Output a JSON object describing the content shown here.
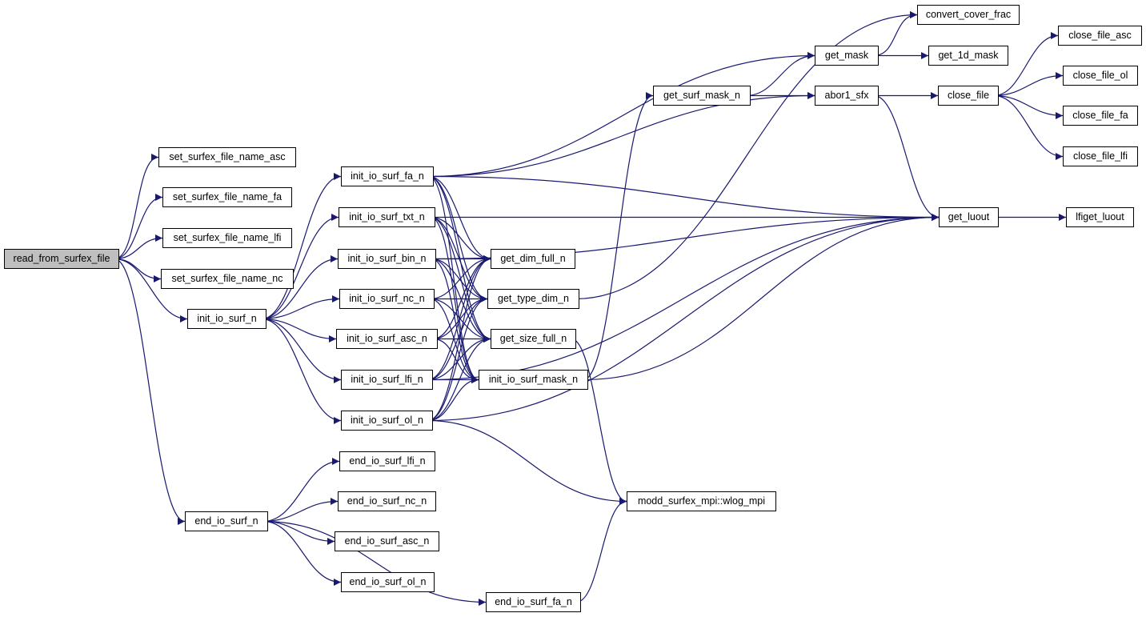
{
  "colors": {
    "edge": "#191970",
    "root_fill": "#bfbfbf",
    "node_fill": "#ffffff",
    "border": "#000000"
  },
  "root": "read_from_surfex_file",
  "nodes": [
    {
      "id": "read_from_surfex_file",
      "label": "read_from_surfex_file"
    },
    {
      "id": "set_asc",
      "label": "set_surfex_file_name_asc"
    },
    {
      "id": "set_fa",
      "label": "set_surfex_file_name_fa"
    },
    {
      "id": "set_lfi",
      "label": "set_surfex_file_name_lfi"
    },
    {
      "id": "set_nc",
      "label": "set_surfex_file_name_nc"
    },
    {
      "id": "init_io_surf_n",
      "label": "init_io_surf_n"
    },
    {
      "id": "end_io_surf_n",
      "label": "end_io_surf_n"
    },
    {
      "id": "init_fa",
      "label": "init_io_surf_fa_n"
    },
    {
      "id": "init_txt",
      "label": "init_io_surf_txt_n"
    },
    {
      "id": "init_bin",
      "label": "init_io_surf_bin_n"
    },
    {
      "id": "init_nc",
      "label": "init_io_surf_nc_n"
    },
    {
      "id": "init_asc",
      "label": "init_io_surf_asc_n"
    },
    {
      "id": "init_lfi",
      "label": "init_io_surf_lfi_n"
    },
    {
      "id": "init_ol",
      "label": "init_io_surf_ol_n"
    },
    {
      "id": "end_lfi",
      "label": "end_io_surf_lfi_n"
    },
    {
      "id": "end_nc",
      "label": "end_io_surf_nc_n"
    },
    {
      "id": "end_asc",
      "label": "end_io_surf_asc_n"
    },
    {
      "id": "end_ol",
      "label": "end_io_surf_ol_n"
    },
    {
      "id": "end_fa",
      "label": "end_io_surf_fa_n"
    },
    {
      "id": "get_dim_full_n",
      "label": "get_dim_full_n"
    },
    {
      "id": "get_type_dim_n",
      "label": "get_type_dim_n"
    },
    {
      "id": "get_size_full_n",
      "label": "get_size_full_n"
    },
    {
      "id": "init_mask",
      "label": "init_io_surf_mask_n"
    },
    {
      "id": "wlog_mpi",
      "label": "modd_surfex_mpi::wlog_mpi"
    },
    {
      "id": "get_surf_mask_n",
      "label": "get_surf_mask_n"
    },
    {
      "id": "get_mask",
      "label": "get_mask"
    },
    {
      "id": "abor1_sfx",
      "label": "abor1_sfx"
    },
    {
      "id": "convert_cover_frac",
      "label": "convert_cover_frac"
    },
    {
      "id": "get_1d_mask",
      "label": "get_1d_mask"
    },
    {
      "id": "close_file",
      "label": "close_file"
    },
    {
      "id": "get_luout",
      "label": "get_luout"
    },
    {
      "id": "lfiget_luout",
      "label": "lfiget_luout"
    },
    {
      "id": "close_asc",
      "label": "close_file_asc"
    },
    {
      "id": "close_ol",
      "label": "close_file_ol"
    },
    {
      "id": "close_fa",
      "label": "close_file_fa"
    },
    {
      "id": "close_lfi",
      "label": "close_file_lfi"
    }
  ],
  "edges": [
    [
      "read_from_surfex_file",
      "set_asc"
    ],
    [
      "read_from_surfex_file",
      "set_fa"
    ],
    [
      "read_from_surfex_file",
      "set_lfi"
    ],
    [
      "read_from_surfex_file",
      "set_nc"
    ],
    [
      "read_from_surfex_file",
      "init_io_surf_n"
    ],
    [
      "read_from_surfex_file",
      "end_io_surf_n"
    ],
    [
      "init_io_surf_n",
      "init_fa"
    ],
    [
      "init_io_surf_n",
      "init_txt"
    ],
    [
      "init_io_surf_n",
      "init_bin"
    ],
    [
      "init_io_surf_n",
      "init_nc"
    ],
    [
      "init_io_surf_n",
      "init_asc"
    ],
    [
      "init_io_surf_n",
      "init_lfi"
    ],
    [
      "init_io_surf_n",
      "init_ol"
    ],
    [
      "init_fa",
      "get_dim_full_n"
    ],
    [
      "init_fa",
      "get_type_dim_n"
    ],
    [
      "init_fa",
      "get_size_full_n"
    ],
    [
      "init_fa",
      "init_mask"
    ],
    [
      "init_fa",
      "get_luout"
    ],
    [
      "init_fa",
      "get_mask"
    ],
    [
      "init_fa",
      "abor1_sfx"
    ],
    [
      "init_txt",
      "get_dim_full_n"
    ],
    [
      "init_txt",
      "get_type_dim_n"
    ],
    [
      "init_txt",
      "get_size_full_n"
    ],
    [
      "init_txt",
      "init_mask"
    ],
    [
      "init_txt",
      "get_luout"
    ],
    [
      "init_bin",
      "get_dim_full_n"
    ],
    [
      "init_bin",
      "get_type_dim_n"
    ],
    [
      "init_bin",
      "get_size_full_n"
    ],
    [
      "init_bin",
      "init_mask"
    ],
    [
      "init_bin",
      "get_luout"
    ],
    [
      "init_nc",
      "get_dim_full_n"
    ],
    [
      "init_nc",
      "get_type_dim_n"
    ],
    [
      "init_nc",
      "get_size_full_n"
    ],
    [
      "init_nc",
      "init_mask"
    ],
    [
      "init_asc",
      "get_dim_full_n"
    ],
    [
      "init_asc",
      "get_type_dim_n"
    ],
    [
      "init_asc",
      "get_size_full_n"
    ],
    [
      "init_asc",
      "init_mask"
    ],
    [
      "init_lfi",
      "get_dim_full_n"
    ],
    [
      "init_lfi",
      "get_type_dim_n"
    ],
    [
      "init_lfi",
      "get_size_full_n"
    ],
    [
      "init_lfi",
      "init_mask"
    ],
    [
      "init_lfi",
      "get_luout"
    ],
    [
      "init_ol",
      "get_dim_full_n"
    ],
    [
      "init_ol",
      "get_type_dim_n"
    ],
    [
      "init_ol",
      "get_size_full_n"
    ],
    [
      "init_ol",
      "init_mask"
    ],
    [
      "init_ol",
      "wlog_mpi"
    ],
    [
      "init_ol",
      "get_luout"
    ],
    [
      "get_type_dim_n",
      "convert_cover_frac"
    ],
    [
      "get_size_full_n",
      "wlog_mpi"
    ],
    [
      "init_mask",
      "get_surf_mask_n"
    ],
    [
      "init_mask",
      "get_luout"
    ],
    [
      "get_surf_mask_n",
      "get_mask"
    ],
    [
      "get_surf_mask_n",
      "abor1_sfx"
    ],
    [
      "get_mask",
      "convert_cover_frac"
    ],
    [
      "get_mask",
      "get_1d_mask"
    ],
    [
      "abor1_sfx",
      "close_file"
    ],
    [
      "abor1_sfx",
      "get_luout"
    ],
    [
      "close_file",
      "close_asc"
    ],
    [
      "close_file",
      "close_ol"
    ],
    [
      "close_file",
      "close_fa"
    ],
    [
      "close_file",
      "close_lfi"
    ],
    [
      "get_luout",
      "lfiget_luout"
    ],
    [
      "end_io_surf_n",
      "end_lfi"
    ],
    [
      "end_io_surf_n",
      "end_nc"
    ],
    [
      "end_io_surf_n",
      "end_asc"
    ],
    [
      "end_io_surf_n",
      "end_ol"
    ],
    [
      "end_io_surf_n",
      "end_fa"
    ],
    [
      "end_fa",
      "wlog_mpi"
    ]
  ]
}
